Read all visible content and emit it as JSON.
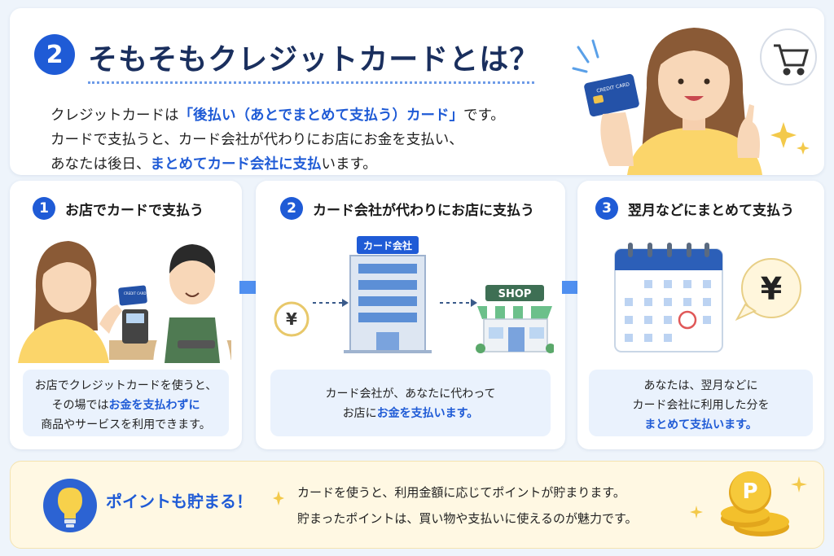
{
  "header": {
    "number": "2",
    "title": "そもそもクレジットカードとは？",
    "desc_line1_pre": "クレジットカードは",
    "desc_line1_hl": "「後払い（あとでまとめて支払う）カード」",
    "desc_line1_post": "です。",
    "desc_line2": "カードで支払うと、カード会社が代わりにお店にお金を支払い、",
    "desc_line3_pre": "あなたは後日、",
    "desc_line3_hl": "まとめてカード会社に支払",
    "desc_line3_post": "います。",
    "card_label": "CREDIT CARD"
  },
  "steps": [
    {
      "number": "1",
      "title": "お店でカードで支払う",
      "card_label": "CREDIT CARD",
      "desc_line1": "お店でクレジットカードを使うと、",
      "desc_line2_pre": "その場では",
      "desc_line2_hl": "お金を支払わずに",
      "desc_line3": "商品やサービスを利用できます。"
    },
    {
      "number": "2",
      "title": "カード会社が代わりにお店に支払う",
      "building_label": "カード会社",
      "shop_label": "SHOP",
      "yen": "¥",
      "desc_line1": "カード会社が、あなたに代わって",
      "desc_line2_pre": "お店に",
      "desc_line2_hl": "お金を支払います。"
    },
    {
      "number": "3",
      "title": "翌月などにまとめて支払う",
      "yen": "¥",
      "desc_line1": "あなたは、翌月などに",
      "desc_line2": "カード会社に利用した分を",
      "desc_line3_hl": "まとめて支払います。"
    }
  ],
  "tip": {
    "title": "ポイントも貯まる！",
    "line1": "カードを使うと、利用金額に応じてポイントが貯まります。",
    "line2": "貯まったポイントは、買い物や支払いに使えるのが魅力です。",
    "coin_letter": "P"
  },
  "colors": {
    "accent_blue": "#1f5bd6",
    "title_navy": "#1a2f5e",
    "panel_blue": "#eaf2fd",
    "tip_bg": "#fff8e3",
    "gold": "#f3c02c"
  }
}
